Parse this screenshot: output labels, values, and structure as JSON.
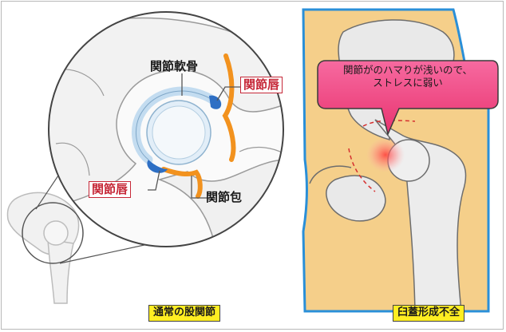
{
  "labels": {
    "cartilage": "関節軟骨",
    "labrum_top": "関節唇",
    "labrum_bottom": "関節唇",
    "capsule": "関節包"
  },
  "callout": {
    "line1": "関節がのハマりが浅いので、",
    "line2": "ストレスに弱い"
  },
  "captions": {
    "normal": "通常の股関節",
    "dysplasia": "臼蓋形成不全"
  },
  "colors": {
    "labrum": "#2e6fc4",
    "capsule": "#f2921e",
    "cartilage": "#c3dcf0",
    "label_red": "#c62838",
    "skin": "#f5cf8a",
    "outline_blue": "#2a8fd8",
    "callout_fill": "#f24f8c",
    "caption_fill": "#ffee22"
  }
}
